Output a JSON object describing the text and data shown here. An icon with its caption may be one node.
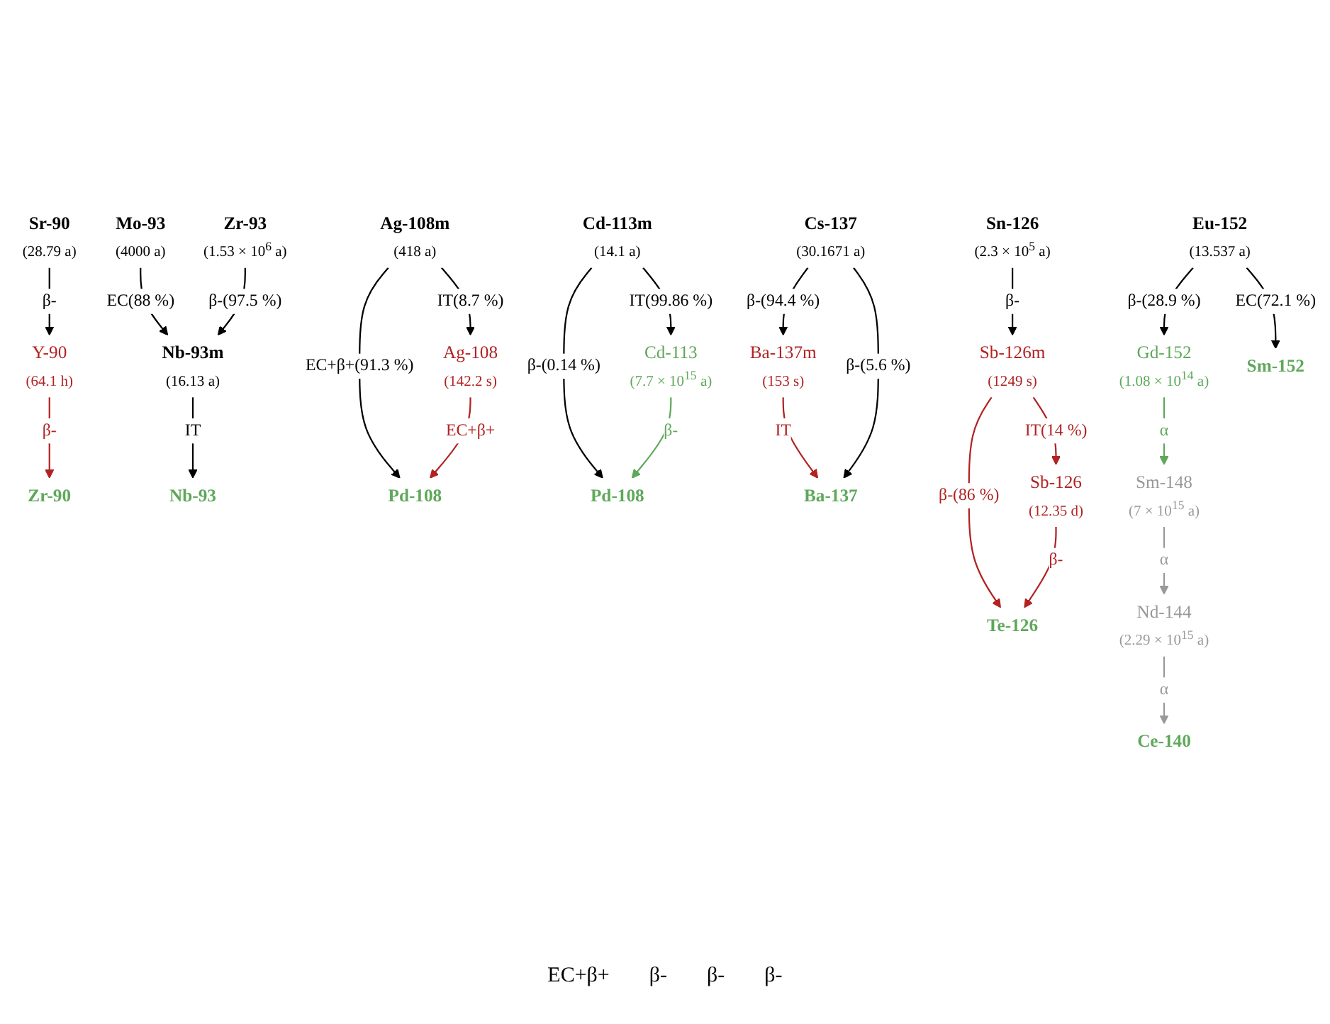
{
  "diagram": {
    "nodes": [
      {
        "text": [
          "Sr-90",
          "(28.79 a)"
        ]
      },
      {
        "text": [
          "Y-90",
          "(64.1 h)"
        ]
      },
      {
        "text": [
          "Zr-90"
        ]
      },
      {
        "text": [
          "Mo-93",
          "(4000 a)"
        ]
      },
      {
        "text": [
          "Zr-93",
          "(1.53 × 10$^{6}$ a)"
        ]
      },
      {
        "text": [
          "Nb-93m",
          "(16.13 a)"
        ]
      },
      {
        "text": [
          "Nb-93"
        ]
      },
      {
        "text": [
          "Ag-108m",
          "(418 a)"
        ]
      },
      {
        "text": [
          "Ag-108",
          "(142.2 s)"
        ]
      },
      {
        "text": [
          "Pd-108"
        ]
      },
      {
        "text": [
          "Cd-113m",
          "(14.1 a)"
        ]
      },
      {
        "text": [
          "Cd-113",
          "(7.7 × 10$^{15}$ a)"
        ]
      },
      {
        "text": [
          "Pd-108"
        ]
      },
      {
        "text": [
          "Sn-126",
          "(2.3 × 10$^{5}$ a)"
        ]
      },
      {
        "text": [
          "Sb-126m",
          "(1249 s)"
        ]
      },
      {
        "text": [
          "Sb-126",
          "(12.35 d)"
        ]
      },
      {
        "text": [
          "Te-126"
        ]
      },
      {
        "text": [
          "Cs-137",
          "(30.1671 a)"
        ]
      },
      {
        "text": [
          "Ba-137m",
          "(153 s)"
        ]
      },
      {
        "text": [
          "Ba-137"
        ]
      },
      {
        "text": [
          "Eu-152",
          "(13.537 a)"
        ]
      },
      {
        "text": [
          "Gd-152",
          "(1.08 × 10$^{14}$ a)"
        ]
      },
      {
        "text": [
          "Sm-152"
        ]
      },
      {
        "text": [
          "Sm-148",
          "(7 × 10$^{15}$ a)"
        ]
      },
      {
        "text": [
          "Nd-144",
          "(2.29 × 10$^{15}$ a)"
        ]
      },
      {
        "text": [
          "Ce-140"
        ]
      }
    ],
    "edges": [
      {
        "from": 0,
        "to": 1,
        "arrow": "to",
        "label": "β-"
      },
      {
        "from": 1,
        "to": 2,
        "arrow": "to",
        "label": "β-",
        "color": "#b22222"
      },
      {
        "from": 3,
        "to": 5,
        "arrow": "to",
        "label": "EC(88 %)"
      },
      {
        "from": 4,
        "to": 5,
        "arrow": "to",
        "label": "β-(97.5 %)"
      },
      {
        "from": 5,
        "to": 6,
        "arrow": "to",
        "label": "IT"
      },
      {
        "from": 7,
        "to": 9,
        "arrow": "to",
        "label": "EC+β+(91.3 %)"
      },
      {
        "from": 7,
        "to": 8,
        "arrow": "to",
        "label": "IT(8.7 %)"
      },
      {
        "from": 8,
        "to": 9,
        "arrow": "to",
        "label": "EC+β+",
        "color": "#b22222"
      },
      {
        "from": 10,
        "to": 12,
        "arrow": "to",
        "label": "β-(0.14 %)"
      },
      {
        "from": 10,
        "to": 11,
        "arrow": "to",
        "label": "IT(99.86 %)"
      },
      {
        "from": 11,
        "to": 12,
        "arrow": "to",
        "label": "β-",
        "color": "#5fa85a"
      },
      {
        "from": 13,
        "to": 14,
        "arrow": "to",
        "label": "β-"
      },
      {
        "from": 14,
        "to": 16,
        "arrow": "to",
        "label": "β-(86 %)",
        "color": "#b22222"
      },
      {
        "from": 14,
        "to": 15,
        "arrow": "to",
        "label": "IT(14 %)",
        "color": "#b22222"
      },
      {
        "from": 15,
        "to": 16,
        "arrow": "to",
        "label": "β-",
        "color": "#b22222"
      },
      {
        "from": 17,
        "to": 18,
        "arrow": "to",
        "label": "β-(94.4 %)"
      },
      {
        "from": 17,
        "to": 19,
        "arrow": "to",
        "label": "β-(5.6 %)"
      },
      {
        "from": 18,
        "to": 19,
        "arrow": "to",
        "label": "IT",
        "color": "#b22222"
      },
      {
        "from": 20,
        "to": 21,
        "arrow": "to",
        "label": "β-(28.9 %)"
      },
      {
        "from": 20,
        "to": 22,
        "arrow": "to",
        "label": "EC(72.1 %)"
      },
      {
        "from": 21,
        "to": 23,
        "arrow": "to",
        "label": "α",
        "color": "#5fa85a"
      },
      {
        "from": 23,
        "to": 24,
        "arrow": "to",
        "label": "α",
        "color": "#999999"
      },
      {
        "from": 24,
        "to": 25,
        "arrow": "to",
        "label": "α",
        "color": "#999999"
      }
    ],
    "labels": [
      "EC+β+",
      "β-",
      "β-",
      "β-"
    ]
  }
}
